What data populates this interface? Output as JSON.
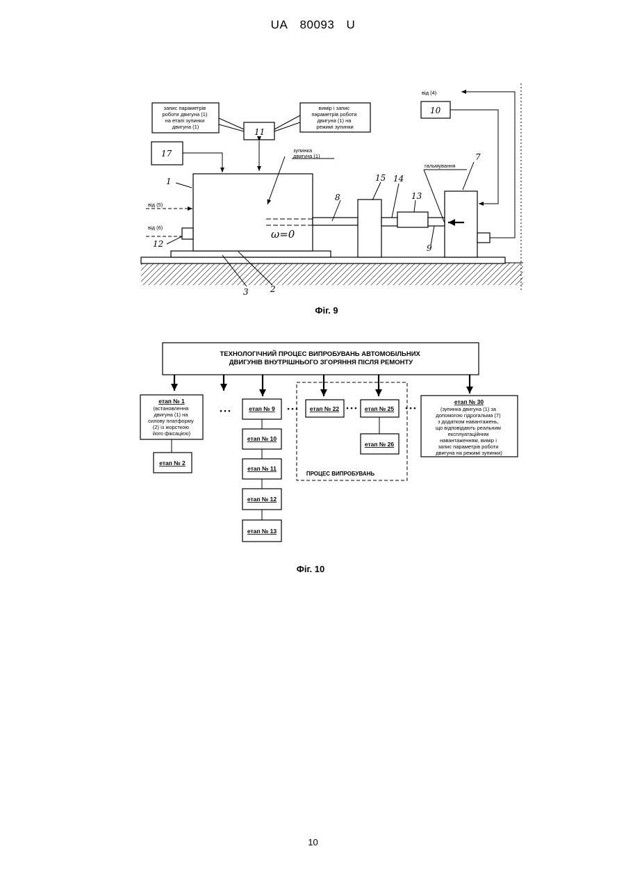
{
  "header": {
    "country": "UA",
    "number": "80093",
    "kind": "U"
  },
  "page_number": "10",
  "fig9": {
    "caption": "Фіг. 9",
    "note_left": [
      "запис параметрів",
      "роботи двигуна (1)",
      "на етапі зупинки",
      "двигуна (1)"
    ],
    "note_right": [
      "вимір і запис",
      "параметрів роботи",
      "двигуна (1) на",
      "режимі зупинки"
    ],
    "from4": "від (4)",
    "from5": "від (5)",
    "from6": "від (6)",
    "stop": [
      "зупинка",
      "двигуна (1)"
    ],
    "braking": "гальмування",
    "omega": "ω=0",
    "nums": {
      "n1": "1",
      "n2": "2",
      "n3": "3",
      "n7": "7",
      "n8": "8",
      "n9": "9",
      "n10": "10",
      "n11": "11",
      "n12": "12",
      "n13": "13",
      "n14": "14",
      "n15": "15",
      "n17": "17"
    }
  },
  "fig10": {
    "caption": "Фіг. 10",
    "title": [
      "ТЕХНОЛОГІЧНИЙ ПРОЦЕС ВИПРОБУВАНЬ АВТОМОБІЛЬНИХ",
      "ДВИГУНІВ ВНУТРІШНЬОГО ЗГОРЯННЯ ПІСЛЯ РЕМОНТУ"
    ],
    "stage1": {
      "label": "етап № 1",
      "desc": [
        "(встановлення",
        "двигуна (1) на",
        "силову платформу",
        "(2) із жорсткою",
        "його фіксацією)"
      ]
    },
    "stage2": "етап № 2",
    "stage9": "етап № 9",
    "stage10": "етап № 10",
    "stage11": "етап № 11",
    "stage12": "етап № 12",
    "stage13": "етап № 13",
    "stage22": "етап № 22",
    "stage25": "етап № 25",
    "stage26": "етап № 26",
    "process": "ПРОЦЕС ВИПРОБУВАНЬ",
    "stage30": {
      "label": "етап № 30",
      "desc": [
        "(зупинка двигуна (1) за",
        "допомогою гідрогальма (7)",
        "з додатком навантажень,",
        "що відповідають реальним",
        "експлуатаційним",
        "навантаженням, вимір і",
        "запис параметрів роботи",
        "двигуна на режимі зупинки)"
      ]
    },
    "ellipsis": "• • •"
  }
}
